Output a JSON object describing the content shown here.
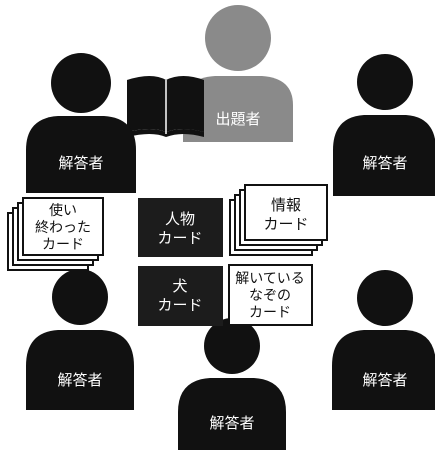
{
  "figures": {
    "questioner": {
      "label": "出題者",
      "fill": "#8a8a8a"
    },
    "solvers": [
      {
        "label": "解答者"
      },
      {
        "label": "解答者"
      },
      {
        "label": "解答者"
      },
      {
        "label": "解答者"
      },
      {
        "label": "解答者"
      }
    ],
    "solver_fill": "#111111"
  },
  "book": {
    "icon": "open-book-icon"
  },
  "cards": {
    "used": {
      "lines": [
        "使い",
        "終わった",
        "カード"
      ]
    },
    "person": {
      "lines": [
        "人物",
        "カード"
      ]
    },
    "info": {
      "lines": [
        "情報",
        "カード"
      ]
    },
    "dog": {
      "lines": [
        "犬",
        "カード"
      ]
    },
    "mystery": {
      "lines": [
        "解いている",
        "なぞの",
        "カード"
      ]
    }
  },
  "colors": {
    "dark_card": "#1c1c1c",
    "white_card": "#ffffff",
    "outline": "#111111"
  }
}
